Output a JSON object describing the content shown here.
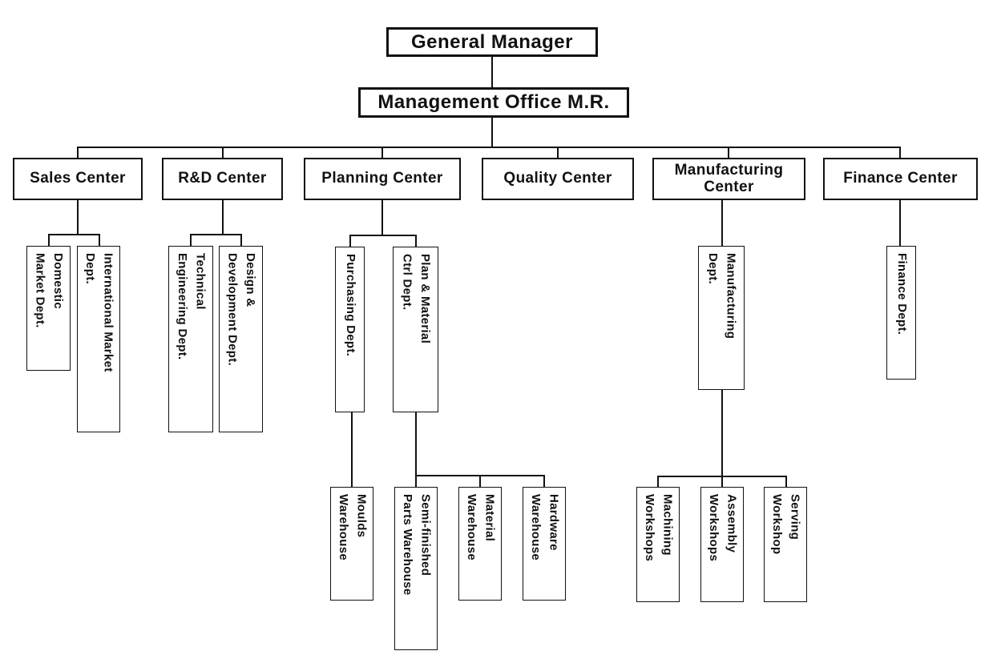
{
  "diagram": {
    "general_manager": "General Manager",
    "management_office": "Management Office M.R.",
    "centers": {
      "sales": "Sales Center",
      "rd": "R&D Center",
      "planning": "Planning Center",
      "quality": "Quality Center",
      "manufacturing": "Manufacturing\nCenter",
      "finance": "Finance Center"
    },
    "departments": {
      "domestic_market": "Domestic\nMarket Dept.",
      "international_market": "International Market\nDept.",
      "technical_engineering": "Technical\nEngineering Dept.",
      "design_development": "Design &\nDevelopment Dept.",
      "purchasing": "Purchasing Dept.",
      "plan_material_ctrl": "Plan & Material\nCtrl Dept.",
      "manufacturing_dept": "Manufacturing\nDept.",
      "finance_dept": "Finance Dept."
    },
    "warehouses": {
      "moulds": "Moulds\nWarehouse",
      "semi_finished": "Semi-finished\nParts Warehouse",
      "material": "Material\nWarehouse",
      "hardware": "Hardware\nWarehouse"
    },
    "workshops": {
      "machining": "Machining\nWorkshops",
      "assembly": "Assembly\nWorkshops",
      "serving": "Serving\nWorkshop"
    }
  },
  "colors": {
    "background": "#ffffff",
    "node_fill": "#ffffff",
    "line": "#111111",
    "text": "#111111"
  }
}
